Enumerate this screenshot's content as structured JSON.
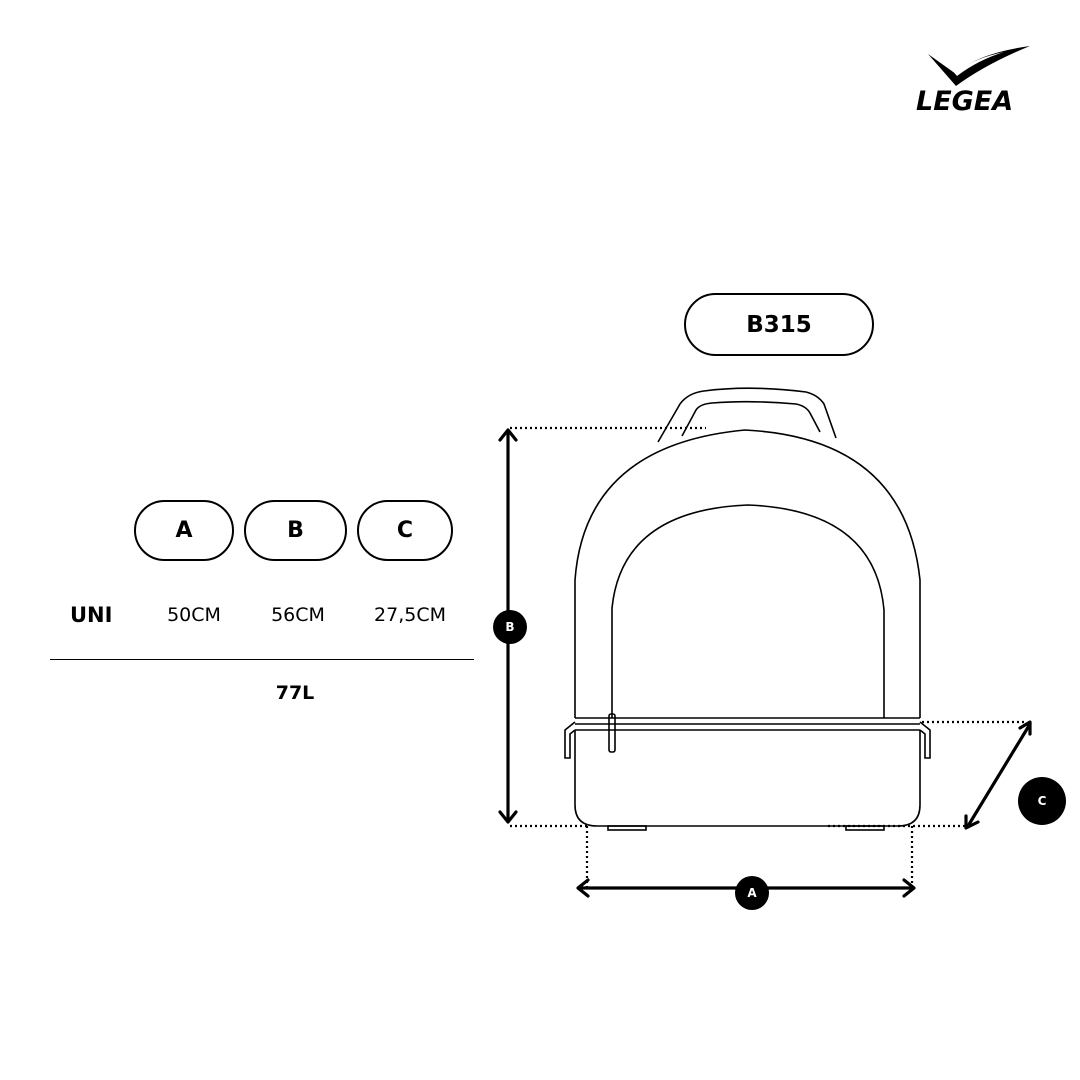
{
  "brand": {
    "name": "LEGEA"
  },
  "model": {
    "code": "B315"
  },
  "table": {
    "columns": [
      "A",
      "B",
      "C"
    ],
    "row_label": "UNI",
    "values": [
      "50CM",
      "56CM",
      "27,5CM"
    ],
    "volume": "77L"
  },
  "diagram": {
    "label_a": "A",
    "label_b": "B",
    "label_c": "C"
  },
  "icons": {
    "logo": "legea-v-logo-icon"
  }
}
